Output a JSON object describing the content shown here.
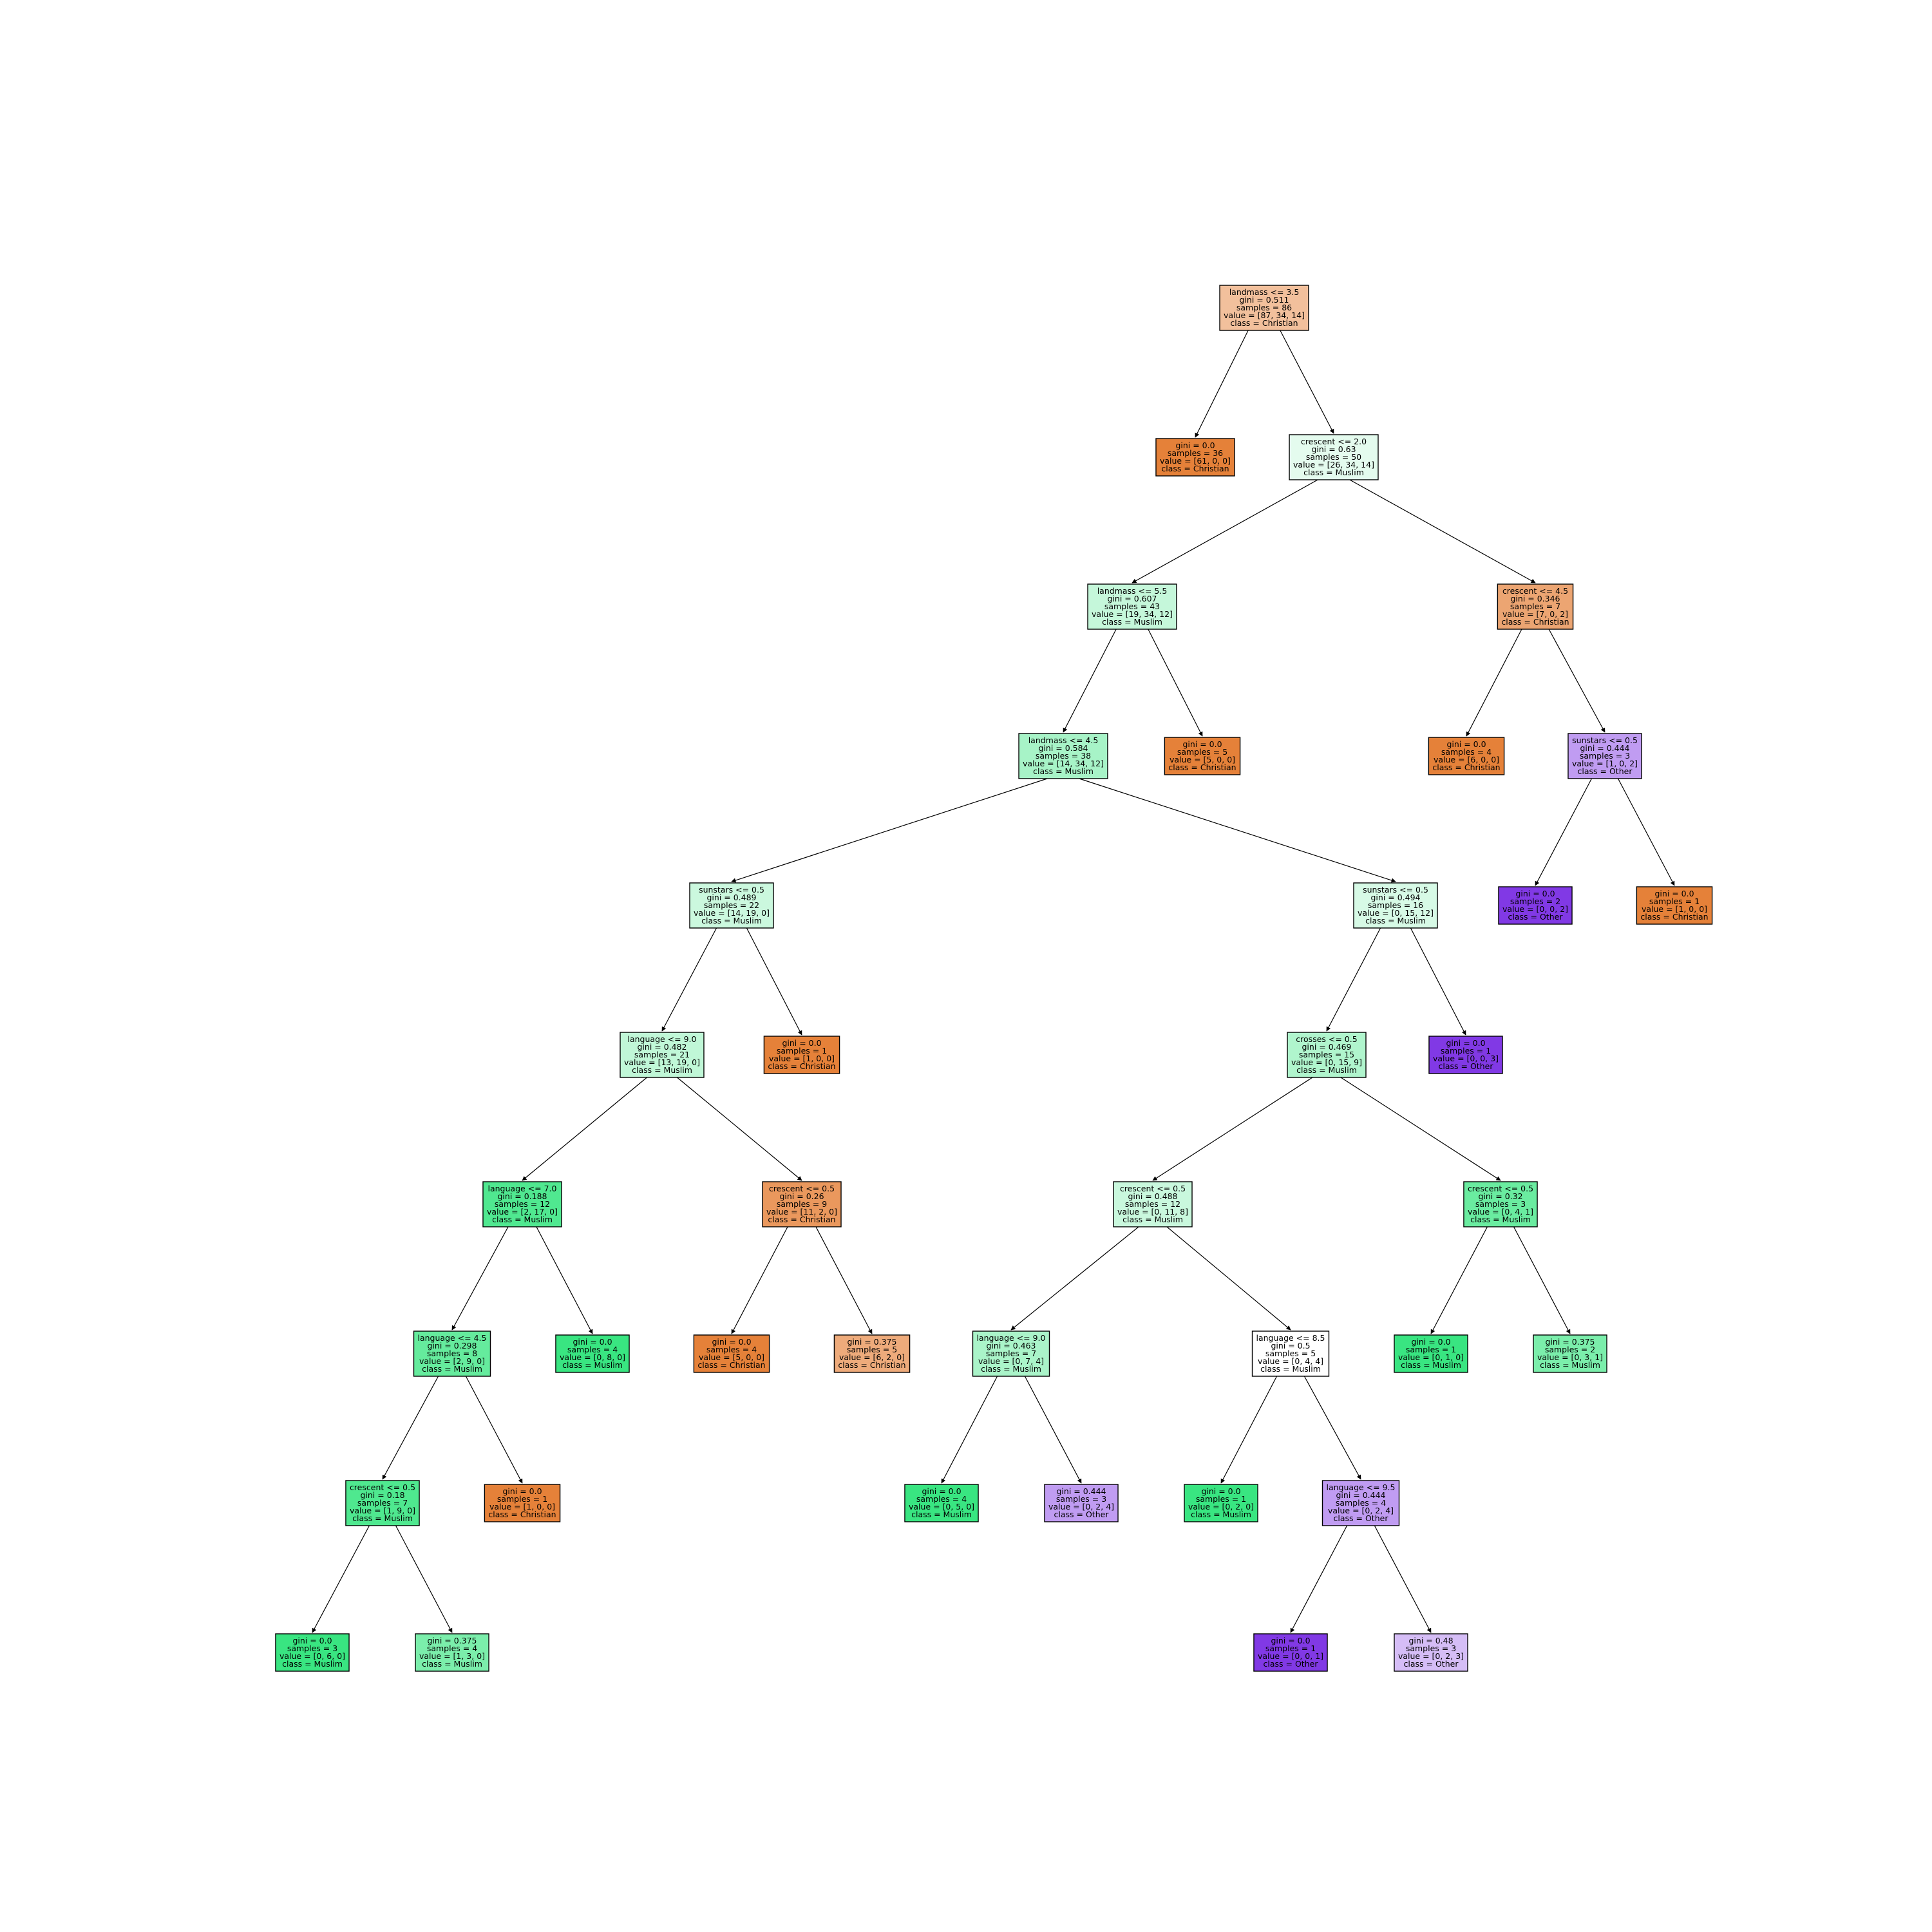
{
  "colors": {
    "christian": "#e58139",
    "muslim": "#39e581",
    "other": "#8139e5"
  },
  "nodes": [
    {
      "id": "n0",
      "lines": [
        "landmass <= 3.5",
        "gini = 0.511",
        "samples = 86",
        "value = [87, 34, 14]",
        "class = Christian"
      ],
      "fill": "#f2c09c"
    },
    {
      "id": "n1",
      "lines": [
        "gini = 0.0",
        "samples = 36",
        "value = [61, 0, 0]",
        "class = Christian"
      ],
      "fill": "#e58139"
    },
    {
      "id": "n2",
      "lines": [
        "crescent <= 2.0",
        "gini = 0.63",
        "samples = 50",
        "value = [26, 34, 14]",
        "class = Muslim"
      ],
      "fill": "#e4fbee"
    },
    {
      "id": "n3",
      "lines": [
        "landmass <= 5.5",
        "gini = 0.607",
        "samples = 43",
        "value = [19, 34, 12]",
        "class = Muslim"
      ],
      "fill": "#c5f7da"
    },
    {
      "id": "n4",
      "lines": [
        "crescent <= 4.5",
        "gini = 0.346",
        "samples = 7",
        "value = [7, 0, 2]",
        "class = Christian"
      ],
      "fill": "#eca572"
    },
    {
      "id": "n5",
      "lines": [
        "landmass <= 4.5",
        "gini = 0.584",
        "samples = 38",
        "value = [14, 34, 12]",
        "class = Muslim"
      ],
      "fill": "#a7f3c7"
    },
    {
      "id": "n6",
      "lines": [
        "gini = 0.0",
        "samples = 5",
        "value = [5, 0, 0]",
        "class = Christian"
      ],
      "fill": "#e58139"
    },
    {
      "id": "n7",
      "lines": [
        "gini = 0.0",
        "samples = 4",
        "value = [6, 0, 0]",
        "class = Christian"
      ],
      "fill": "#e58139"
    },
    {
      "id": "n8",
      "lines": [
        "sunstars <= 0.5",
        "gini = 0.444",
        "samples = 3",
        "value = [1, 0, 2]",
        "class = Other"
      ],
      "fill": "#c09cf2"
    },
    {
      "id": "n9",
      "lines": [
        "sunstars <= 0.5",
        "gini = 0.489",
        "samples = 22",
        "value = [14, 19, 0]",
        "class = Muslim"
      ],
      "fill": "#cbf8de"
    },
    {
      "id": "n10",
      "lines": [
        "sunstars <= 0.5",
        "gini = 0.494",
        "samples = 16",
        "value = [0, 15, 12]",
        "class = Muslim"
      ],
      "fill": "#d7fae6"
    },
    {
      "id": "n11",
      "lines": [
        "gini = 0.0",
        "samples = 2",
        "value = [0, 0, 2]",
        "class = Other"
      ],
      "fill": "#8139e5"
    },
    {
      "id": "n12",
      "lines": [
        "gini = 0.0",
        "samples = 1",
        "value = [1, 0, 0]",
        "class = Christian"
      ],
      "fill": "#e58139"
    },
    {
      "id": "n13",
      "lines": [
        "language <= 9.0",
        "gini = 0.482",
        "samples = 21",
        "value = [13, 19, 0]",
        "class = Muslim"
      ],
      "fill": "#c0f7d7"
    },
    {
      "id": "n14",
      "lines": [
        "gini = 0.0",
        "samples = 1",
        "value = [1, 0, 0]",
        "class = Christian"
      ],
      "fill": "#e58139"
    },
    {
      "id": "n15",
      "lines": [
        "crosses <= 0.5",
        "gini = 0.469",
        "samples = 15",
        "value = [0, 15, 9]",
        "class = Muslim"
      ],
      "fill": "#b0f5cd"
    },
    {
      "id": "n16",
      "lines": [
        "gini = 0.0",
        "samples = 1",
        "value = [0, 0, 3]",
        "class = Other"
      ],
      "fill": "#8139e5"
    },
    {
      "id": "n17",
      "lines": [
        "language <= 7.0",
        "gini = 0.188",
        "samples = 12",
        "value = [2, 17, 0]",
        "class = Muslim"
      ],
      "fill": "#50e890"
    },
    {
      "id": "n18",
      "lines": [
        "crescent <= 0.5",
        "gini = 0.26",
        "samples = 9",
        "value = [11, 2, 0]",
        "class = Christian"
      ],
      "fill": "#ea985d"
    },
    {
      "id": "n19",
      "lines": [
        "crescent <= 0.5",
        "gini = 0.488",
        "samples = 12",
        "value = [0, 11, 8]",
        "class = Muslim"
      ],
      "fill": "#c9f8dd"
    },
    {
      "id": "n20",
      "lines": [
        "crescent <= 0.5",
        "gini = 0.32",
        "samples = 3",
        "value = [0, 4, 1]",
        "class = Muslim"
      ],
      "fill": "#6aeca0"
    },
    {
      "id": "n21",
      "lines": [
        "language <= 4.5",
        "gini = 0.298",
        "samples = 8",
        "value = [2, 9, 0]",
        "class = Muslim"
      ],
      "fill": "#65eb9d"
    },
    {
      "id": "n22",
      "lines": [
        "gini = 0.0",
        "samples = 4",
        "value = [0, 8, 0]",
        "class = Muslim"
      ],
      "fill": "#39e581"
    },
    {
      "id": "n23",
      "lines": [
        "gini = 0.0",
        "samples = 4",
        "value = [5, 0, 0]",
        "class = Christian"
      ],
      "fill": "#e58139"
    },
    {
      "id": "n24",
      "lines": [
        "gini = 0.375",
        "samples = 5",
        "value = [6, 2, 0]",
        "class = Christian"
      ],
      "fill": "#eeab7b"
    },
    {
      "id": "n25",
      "lines": [
        "language <= 9.0",
        "gini = 0.463",
        "samples = 7",
        "value = [0, 7, 4]",
        "class = Muslim"
      ],
      "fill": "#aaf4c9"
    },
    {
      "id": "n26",
      "lines": [
        "language <= 8.5",
        "gini = 0.5",
        "samples = 5",
        "value = [0, 4, 4]",
        "class = Muslim"
      ],
      "fill": "#ffffff"
    },
    {
      "id": "n27",
      "lines": [
        "gini = 0.0",
        "samples = 1",
        "value = [0, 1, 0]",
        "class = Muslim"
      ],
      "fill": "#39e581"
    },
    {
      "id": "n28",
      "lines": [
        "gini = 0.375",
        "samples = 2",
        "value = [0, 3, 1]",
        "class = Muslim"
      ],
      "fill": "#7beeab"
    },
    {
      "id": "n29",
      "lines": [
        "crescent <= 0.5",
        "gini = 0.18",
        "samples = 7",
        "value = [1, 9, 0]",
        "class = Muslim"
      ],
      "fill": "#4fe88f"
    },
    {
      "id": "n30",
      "lines": [
        "gini = 0.0",
        "samples = 1",
        "value = [1, 0, 0]",
        "class = Christian"
      ],
      "fill": "#e58139"
    },
    {
      "id": "n31",
      "lines": [
        "gini = 0.0",
        "samples = 4",
        "value = [0, 5, 0]",
        "class = Muslim"
      ],
      "fill": "#39e581"
    },
    {
      "id": "n32",
      "lines": [
        "gini = 0.444",
        "samples = 3",
        "value = [0, 2, 4]",
        "class = Other"
      ],
      "fill": "#c09cf2"
    },
    {
      "id": "n33",
      "lines": [
        "gini = 0.0",
        "samples = 1",
        "value = [0, 2, 0]",
        "class = Muslim"
      ],
      "fill": "#39e581"
    },
    {
      "id": "n34",
      "lines": [
        "language <= 9.5",
        "gini = 0.444",
        "samples = 4",
        "value = [0, 2, 4]",
        "class = Other"
      ],
      "fill": "#c09cf2"
    },
    {
      "id": "n35",
      "lines": [
        "gini = 0.0",
        "samples = 3",
        "value = [0, 6, 0]",
        "class = Muslim"
      ],
      "fill": "#39e581"
    },
    {
      "id": "n36",
      "lines": [
        "gini = 0.375",
        "samples = 4",
        "value = [1, 3, 0]",
        "class = Muslim"
      ],
      "fill": "#7beeab"
    },
    {
      "id": "n37",
      "lines": [
        "gini = 0.0",
        "samples = 1",
        "value = [0, 0, 1]",
        "class = Other"
      ],
      "fill": "#8139e5"
    },
    {
      "id": "n38",
      "lines": [
        "gini = 0.48",
        "samples = 3",
        "value = [0, 2, 3]",
        "class = Other"
      ],
      "fill": "#d5bdf6"
    }
  ],
  "edges": [
    [
      "n0",
      "n1"
    ],
    [
      "n0",
      "n2"
    ],
    [
      "n2",
      "n3"
    ],
    [
      "n2",
      "n4"
    ],
    [
      "n3",
      "n5"
    ],
    [
      "n3",
      "n6"
    ],
    [
      "n4",
      "n7"
    ],
    [
      "n4",
      "n8"
    ],
    [
      "n5",
      "n9"
    ],
    [
      "n5",
      "n10"
    ],
    [
      "n8",
      "n11"
    ],
    [
      "n8",
      "n12"
    ],
    [
      "n9",
      "n13"
    ],
    [
      "n9",
      "n14"
    ],
    [
      "n10",
      "n15"
    ],
    [
      "n10",
      "n16"
    ],
    [
      "n13",
      "n17"
    ],
    [
      "n13",
      "n18"
    ],
    [
      "n15",
      "n19"
    ],
    [
      "n15",
      "n20"
    ],
    [
      "n17",
      "n21"
    ],
    [
      "n17",
      "n22"
    ],
    [
      "n18",
      "n23"
    ],
    [
      "n18",
      "n24"
    ],
    [
      "n19",
      "n25"
    ],
    [
      "n19",
      "n26"
    ],
    [
      "n20",
      "n27"
    ],
    [
      "n20",
      "n28"
    ],
    [
      "n21",
      "n29"
    ],
    [
      "n21",
      "n30"
    ],
    [
      "n25",
      "n31"
    ],
    [
      "n25",
      "n32"
    ],
    [
      "n26",
      "n33"
    ],
    [
      "n26",
      "n34"
    ],
    [
      "n29",
      "n35"
    ],
    [
      "n29",
      "n36"
    ],
    [
      "n34",
      "n37"
    ],
    [
      "n34",
      "n38"
    ]
  ]
}
